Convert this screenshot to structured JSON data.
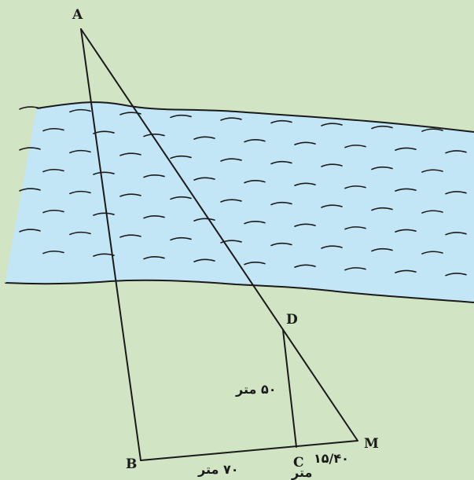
{
  "colors": {
    "background": "#d1e4c4",
    "water": "#c3e6f6",
    "line": "#1a1a1a"
  },
  "points": {
    "A": "A",
    "B": "B",
    "C": "C",
    "D": "D",
    "M": "M"
  },
  "lengths": {
    "DC": "۵۰ متر",
    "BC": "۷۰ متر",
    "CM_value": "۱۵/۴۰",
    "CM_unit": "متر"
  }
}
